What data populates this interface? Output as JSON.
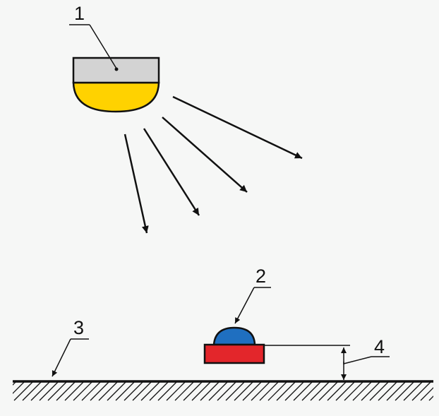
{
  "callouts": {
    "lamp": "1",
    "device": "2",
    "floor": "3",
    "height": "4"
  },
  "colors": {
    "background": "#f6f7f6",
    "line": "#111111",
    "lamp_housing": "#d3d3d3",
    "lamp_lens": "#ffd200",
    "device_dome": "#1f6fc0",
    "device_base": "#e3262b"
  }
}
